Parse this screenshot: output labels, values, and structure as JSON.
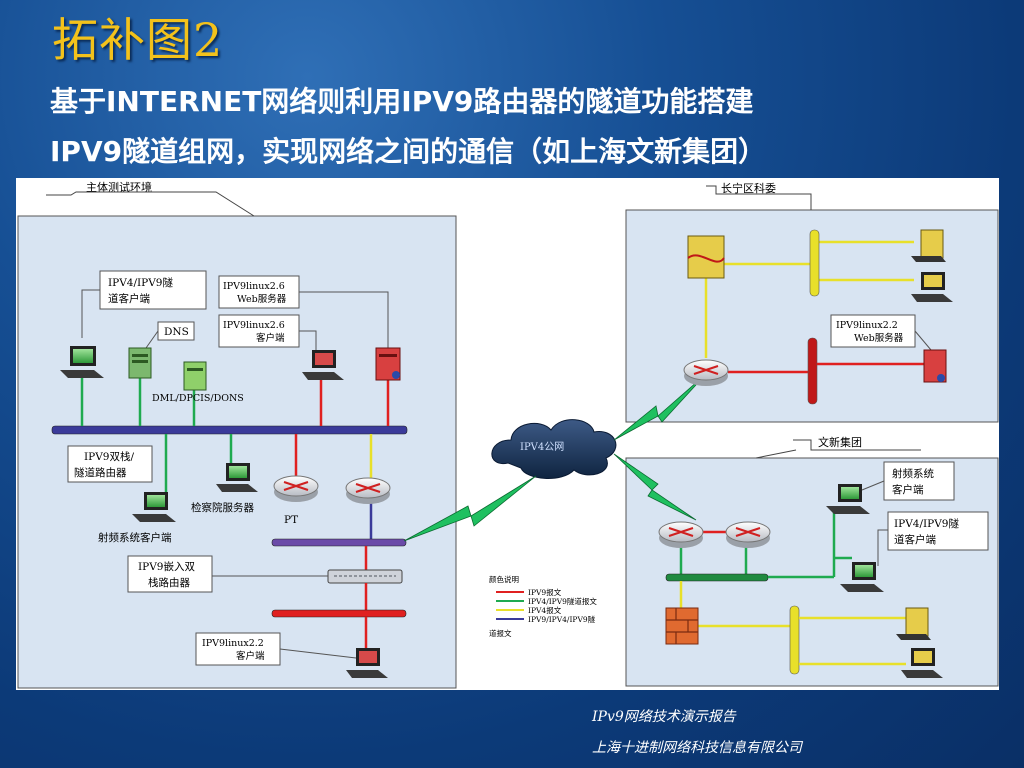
{
  "slide": {
    "title": "拓补图2",
    "subtitle_line1": "基于INTERNET网络则利用IPV9路由器的隧道功能搭建",
    "subtitle_line2": "IPV9隧道组网，实现网络之间的通信（如上海文新集团）"
  },
  "diagram": {
    "main_env_label": "主体测试环境",
    "changning_label": "长宁区科委",
    "wenxin_label": "文新集团",
    "cloud_label": "IPV4公网",
    "main": {
      "ipv4_ipv9_client_1": "IPV4/IPV9隧",
      "ipv4_ipv9_client_2": "道客户端",
      "dns": "DNS",
      "linux_web_1": "IPV9linux2.6",
      "linux_web_2": "Web服务器",
      "linux_client_1": "IPV9linux2.6",
      "linux_client_2": "客户端",
      "dml": "DML/DPCIS/DONS",
      "dual_router_1": "IPV9双栈/",
      "dual_router_2": "隧道路由器",
      "procuratorate": "检察院服务器",
      "pt": "PT",
      "rf_client": "射频系统客户端",
      "embedded_1": "IPV9嵌入双",
      "embedded_2": "栈路由器",
      "linux22_client_1": "IPV9linux2.2",
      "linux22_client_2": "客户端"
    },
    "changning": {
      "web_1": "IPV9linux2.2",
      "web_2": "Web服务器"
    },
    "wenxin": {
      "rf_1": "射频系统",
      "rf_2": "客户端",
      "tunnel_1": "IPV4/IPV9隧",
      "tunnel_2": "道客户端"
    },
    "legend": {
      "title": "颜色说明",
      "items": [
        {
          "color": "#e02020",
          "label": "IPV9报文"
        },
        {
          "color": "#1faa50",
          "label": "IPV4/IPV9隧道报文"
        },
        {
          "color": "#e8e02a",
          "label": "IPV4报文"
        },
        {
          "color": "#3030a0",
          "label": "IPV9/IPV4/IPV9隧"
        }
      ],
      "footer": "道报文"
    }
  },
  "footer": {
    "line1": "IPv9网络技术演示报告",
    "line2": "上海十进制网络科技信息有限公司"
  }
}
